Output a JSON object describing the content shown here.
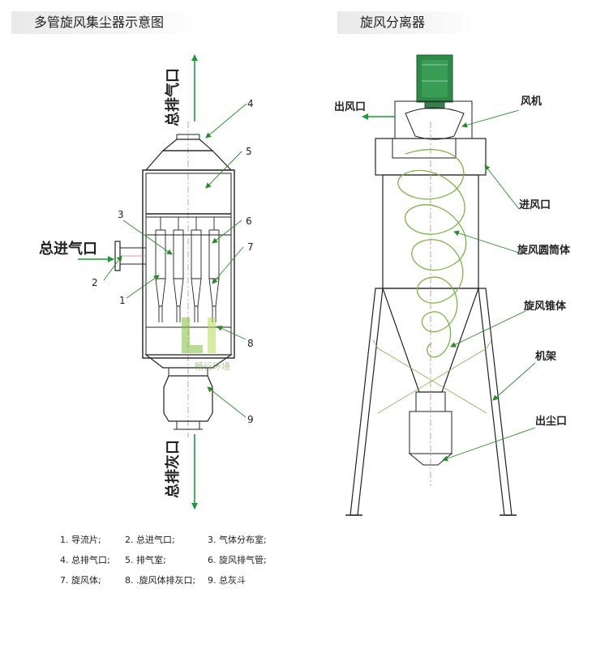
{
  "left_title": "多管旋风集尘器示意图",
  "right_title": "旋风分离器",
  "left_labels": {
    "exhaust_outlet": "总排气口",
    "inlet": "总进气口",
    "ash_outlet": "总排灰口",
    "n1": "1",
    "n2": "2",
    "n3": "3",
    "n4": "4",
    "n5": "5",
    "n6": "6",
    "n7": "7",
    "n8": "8",
    "n9": "9"
  },
  "right_labels": {
    "air_outlet": "出风口",
    "fan": "风机",
    "air_inlet": "进风口",
    "cylinder": "旋风圆筒体",
    "cone": "旋风锥体",
    "frame": "机架",
    "dust_outlet": "出尘口"
  },
  "legend": [
    [
      "1. 导流片;",
      "2. 总进气口;",
      "3. 气体分布室;"
    ],
    [
      "4. 总排气口;",
      "5. 排气室;",
      "6. 旋风排气管;"
    ],
    [
      "7. 旋风体;",
      "8. .旋风体排灰口;",
      "9. 总灰斗"
    ]
  ],
  "watermark": "畅行环境",
  "colors": {
    "leader": "#2a8a2a",
    "arrow": "#1f9a3a",
    "spiral": "#7fb24a",
    "center": "#d08080",
    "motor": "#2e8a46"
  }
}
